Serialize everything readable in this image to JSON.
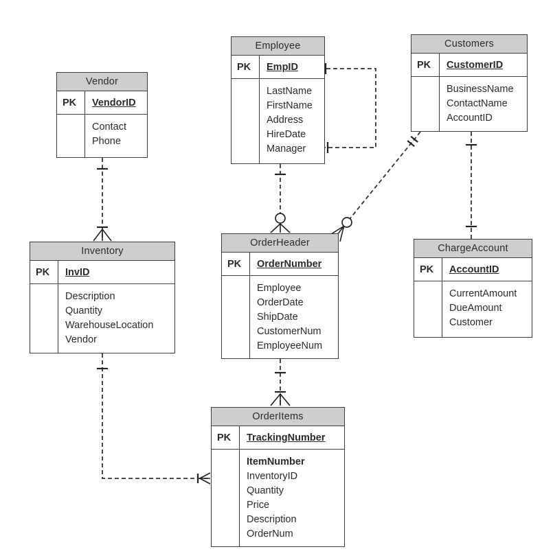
{
  "colors": {
    "background": "#ffffff",
    "entity_header_bg": "#cecece",
    "entity_border": "#3c3c3c",
    "line_color": "#333333",
    "text_color": "#2b2b2b"
  },
  "entities": [
    {
      "name": "Vendor",
      "pk_label": "PK",
      "pk_field": "VendorID",
      "fields": [
        "Contact",
        "Phone"
      ]
    },
    {
      "name": "Employee",
      "pk_label": "PK",
      "pk_field": "EmpID",
      "fields": [
        "LastName",
        "FirstName",
        "Address",
        "HireDate",
        "Manager"
      ]
    },
    {
      "name": "Customers",
      "pk_label": "PK",
      "pk_field": "CustomerID",
      "fields": [
        "BusinessName",
        "ContactName",
        "AccountID"
      ]
    },
    {
      "name": "Inventory",
      "pk_label": "PK",
      "pk_field": "InvID",
      "fields": [
        "Description",
        "Quantity",
        "WarehouseLocation",
        "Vendor"
      ]
    },
    {
      "name": "OrderHeader",
      "pk_label": "PK",
      "pk_field": "OrderNumber",
      "fields": [
        "Employee",
        "OrderDate",
        "ShipDate",
        "CustomerNum",
        "EmployeeNum"
      ]
    },
    {
      "name": "ChargeAccount",
      "pk_label": "PK",
      "pk_field": "AccountID",
      "fields": [
        "CurrentAmount",
        "DueAmount",
        "Customer"
      ]
    },
    {
      "name": "OrderItems",
      "pk_label": "PK",
      "pk_field": "TrackingNumber",
      "fields": [
        "ItemNumber",
        "InventoryID",
        "Quantity",
        "Price",
        "Description",
        "OrderNum"
      ]
    }
  ],
  "relationships": [
    {
      "from": "Vendor",
      "to": "Inventory",
      "from_marker": "one",
      "to_marker": "one-to-many",
      "line_style": "dashed"
    },
    {
      "from": "Inventory",
      "to": "OrderItems",
      "from_marker": "one",
      "to_marker": "one-to-many",
      "line_style": "dashed"
    },
    {
      "from": "Employee",
      "to": "OrderHeader",
      "from_marker": "one",
      "to_marker": "zero-to-many",
      "line_style": "dashed"
    },
    {
      "from": "Customers",
      "to": "OrderHeader",
      "from_marker": "double-one",
      "to_marker": "zero-to-many",
      "line_style": "dashed"
    },
    {
      "from": "Customers",
      "to": "ChargeAccount",
      "from_marker": "one",
      "to_marker": "one",
      "line_style": "dashed"
    },
    {
      "from": "OrderHeader",
      "to": "OrderItems",
      "from_marker": "one",
      "to_marker": "one-to-many",
      "line_style": "dashed"
    },
    {
      "from": "Employee.Manager",
      "to": "Employee.EmpID",
      "from_marker": "one",
      "to_marker": "many-one",
      "line_style": "dashed",
      "note": "self-reference loop"
    }
  ]
}
